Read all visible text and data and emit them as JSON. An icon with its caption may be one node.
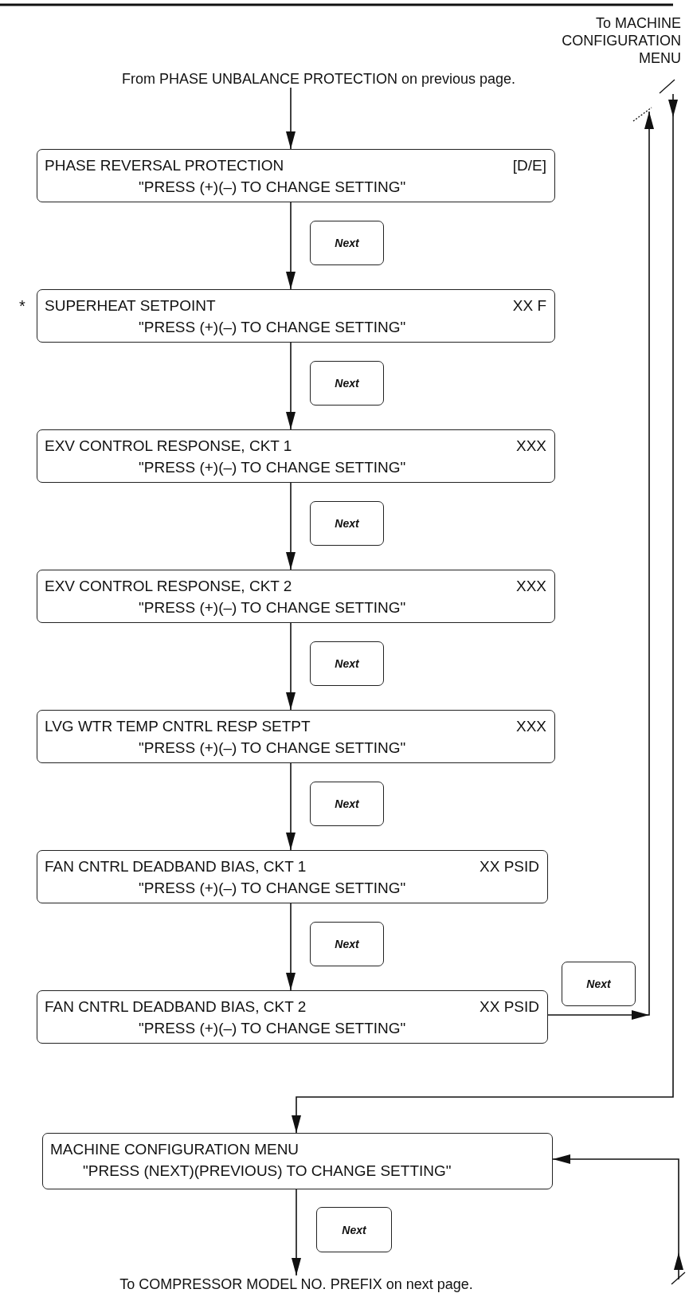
{
  "diagram": {
    "nodes": [
      {
        "text": [
          "From PHASE UNBALANCE PROTECTION on previous page."
        ]
      },
      {
        "text": [
          "PHASE REVERSAL PROTECTION",
          "[D/E]",
          "\"PRESS (+)(–) TO CHANGE SETTING\""
        ]
      },
      {
        "text": [
          "SUPERHEAT SETPOINT",
          "XX F",
          "\"PRESS (+)(–) TO CHANGE SETTING\""
        ],
        "beside": [
          "*"
        ]
      },
      {
        "text": [
          "EXV CONTROL RESPONSE, CKT 1",
          "XXX",
          "\"PRESS (+)(–) TO CHANGE SETTING\""
        ]
      },
      {
        "text": [
          "EXV CONTROL RESPONSE, CKT 2",
          "XXX",
          "\"PRESS (+)(–) TO CHANGE SETTING\""
        ]
      },
      {
        "text": [
          "LVG WTR TEMP CNTRL RESP SETPT",
          "XXX",
          "\"PRESS (+)(–) TO CHANGE SETTING\""
        ]
      },
      {
        "text": [
          "FAN CNTRL DEADBAND BIAS, CKT 1",
          "XX PSID",
          "\"PRESS (+)(–) TO CHANGE SETTING\""
        ]
      },
      {
        "text": [
          "FAN CNTRL DEADBAND BIAS, CKT 2",
          "XX PSID",
          "\"PRESS (+)(–) TO CHANGE SETTING\""
        ]
      },
      {
        "text": [
          "To MACHINE CONFIGURATION MENU"
        ]
      },
      {
        "text": [
          "MACHINE CONFIGURATION MENU",
          "\"PRESS (NEXT)(PREVIOUS) TO CHANGE SETTING\""
        ]
      },
      {
        "text": [
          "To COMPRESSOR MODEL NO. PREFIX on next page."
        ]
      }
    ],
    "edges": [
      {
        "from": 0,
        "to": 1,
        "arrow": "to"
      },
      {
        "from": 1,
        "to": 2,
        "arrow": "to",
        "label": "Next"
      },
      {
        "from": 2,
        "to": 3,
        "arrow": "to",
        "label": "Next"
      },
      {
        "from": 3,
        "to": 4,
        "arrow": "to",
        "label": "Next"
      },
      {
        "from": 4,
        "to": 5,
        "arrow": "to",
        "label": "Next"
      },
      {
        "from": 5,
        "to": 6,
        "arrow": "to",
        "label": "Next"
      },
      {
        "from": 6,
        "to": 7,
        "arrow": "to",
        "label": "Next"
      },
      {
        "from": 7,
        "to": 8,
        "arrow": "to",
        "label": "Next"
      },
      {
        "from": null,
        "to": 9,
        "arrow": "to"
      },
      {
        "from": null,
        "to": 9,
        "arrow": "to"
      },
      {
        "from": 9,
        "to": 10,
        "arrow": "to",
        "label": "Next"
      }
    ]
  }
}
